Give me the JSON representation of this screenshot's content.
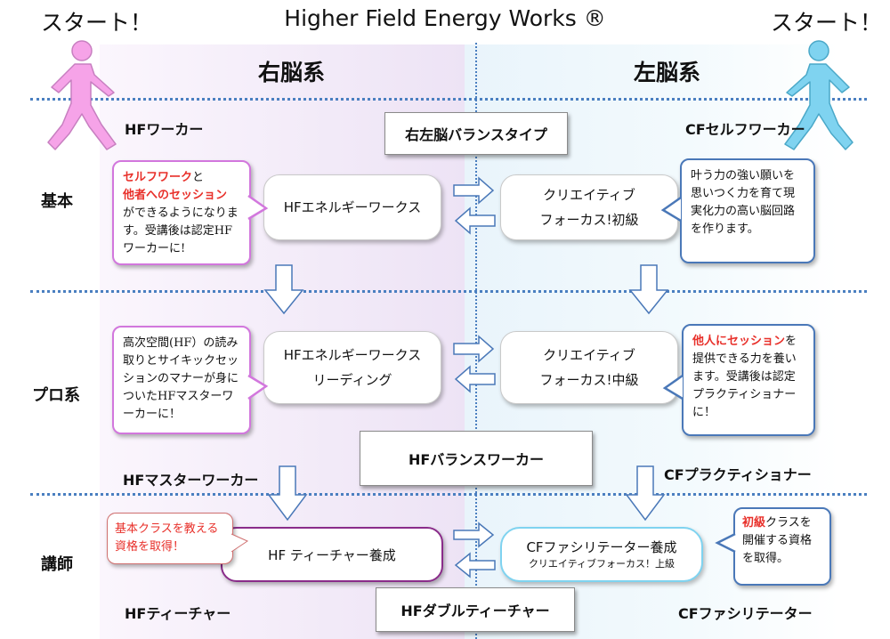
{
  "title": "Higher Field Energy Works ®",
  "start_left": "スタート！",
  "start_right": "スタート！",
  "col_left": "右脳系",
  "col_right": "左脳系",
  "rows": {
    "basic": "基本",
    "pro": "プロ系",
    "teacher": "講師"
  },
  "labels": {
    "hf_worker": "HFワーカー",
    "balance_type": "右左脳バランスタイプ",
    "cf_self_worker": "CFセルフワーカー",
    "hf_balance_worker": "HFバランスワーカー",
    "hf_master_worker": "HFマスターワーカー",
    "cf_practitioner": "CFプラクティショナー",
    "hf_teacher_label": "HFティーチャー",
    "hf_double_teacher": "HFダブルティーチャー",
    "cf_facilitator_label": "CFファシリテーター"
  },
  "courses": {
    "hf_energy_works": "HFエネルギーワークス",
    "cf_beginner_line1": "クリエイティブ",
    "cf_beginner_line2": "フォーカス!初級",
    "hf_reading_line1": "HFエネルギーワークス",
    "hf_reading_line2": "リーディング",
    "cf_intermediate_line1": "クリエイティブ",
    "cf_intermediate_line2": "フォーカス!中級",
    "hf_teacher_training": "HF ティーチャー養成",
    "cf_facilitator_training": "CFファシリテーター養成",
    "cf_facilitator_sub": "クリエイティブフォーカス！上級"
  },
  "bubbles": {
    "b1_red1": "セルフワーク",
    "b1_t1": "と",
    "b1_red2": "他者へのセッション",
    "b1_t2": "ができるようになります。受講後は認定HFワーカーに!",
    "b2": "叶う力の強い願いを思いつく力を育て現実化力の高い脳回路を作ります。",
    "b3": "高次空間(HF）の読み取りとサイキックセッションのマナーが身についたHFマスターワーカーに！",
    "b4_red": "他人にセッション",
    "b4_t": "を提供できる力を養います。受講後は認定プラクティショナーに！",
    "b5": "基本クラスを教える資格を取得！",
    "b6_red": "初級",
    "b6_t": "クラスを開催する資格を取得。"
  },
  "colors": {
    "pink_figure": "#f6a3e8",
    "cyan_figure": "#7fd3f0",
    "pink_border": "#d277dd",
    "blue_border": "#4a78b8",
    "red_text": "#e8302a",
    "dotted_line": "#4a7fc0"
  },
  "icons": [
    "walking-person-pink-icon",
    "walking-person-cyan-icon",
    "double-arrow-icon",
    "down-arrow-icon"
  ]
}
